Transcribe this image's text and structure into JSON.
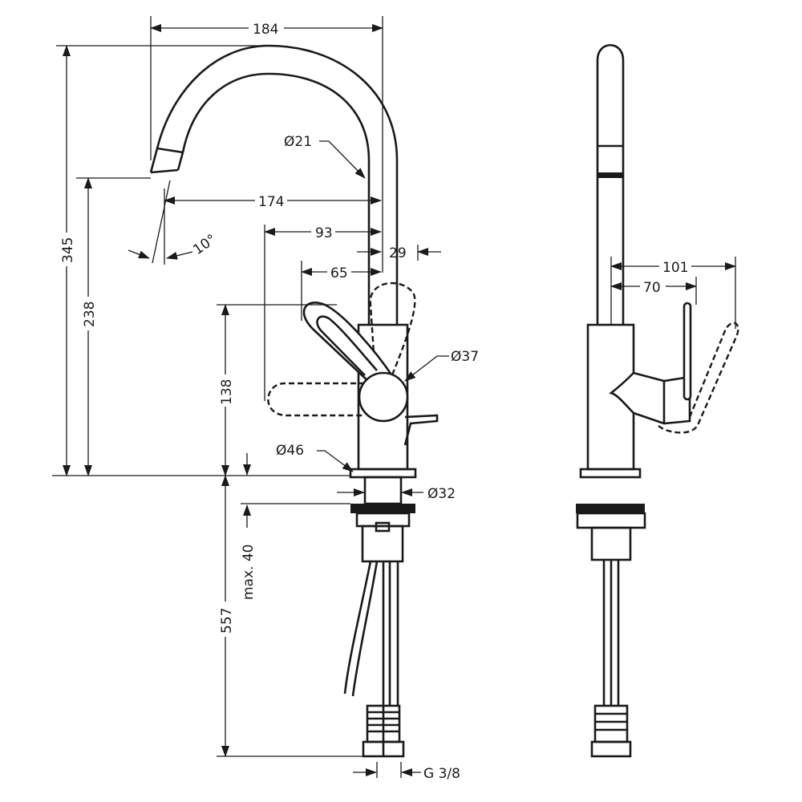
{
  "drawing": {
    "front_view": {
      "dimensions": {
        "spout_reach_total": "184",
        "spout_diameter": "Ø21",
        "spout_reach": "174",
        "handle_reach_93": "93",
        "offset_29": "29",
        "handle_reach_65": "65",
        "spout_angle": "10°",
        "total_height": "345",
        "outlet_height": "238",
        "handle_height": "138",
        "handle_diameter": "Ø37",
        "base_diameter": "Ø46",
        "shank_diameter": "Ø32",
        "max_deck_thickness": "max. 40",
        "hose_length": "557",
        "connection_thread": "G 3/8"
      }
    },
    "side_view": {
      "dimensions": {
        "handle_depth_101": "101",
        "handle_depth_70": "70"
      }
    },
    "colors": {
      "line": "#1a1a1a",
      "background": "#ffffff"
    }
  }
}
